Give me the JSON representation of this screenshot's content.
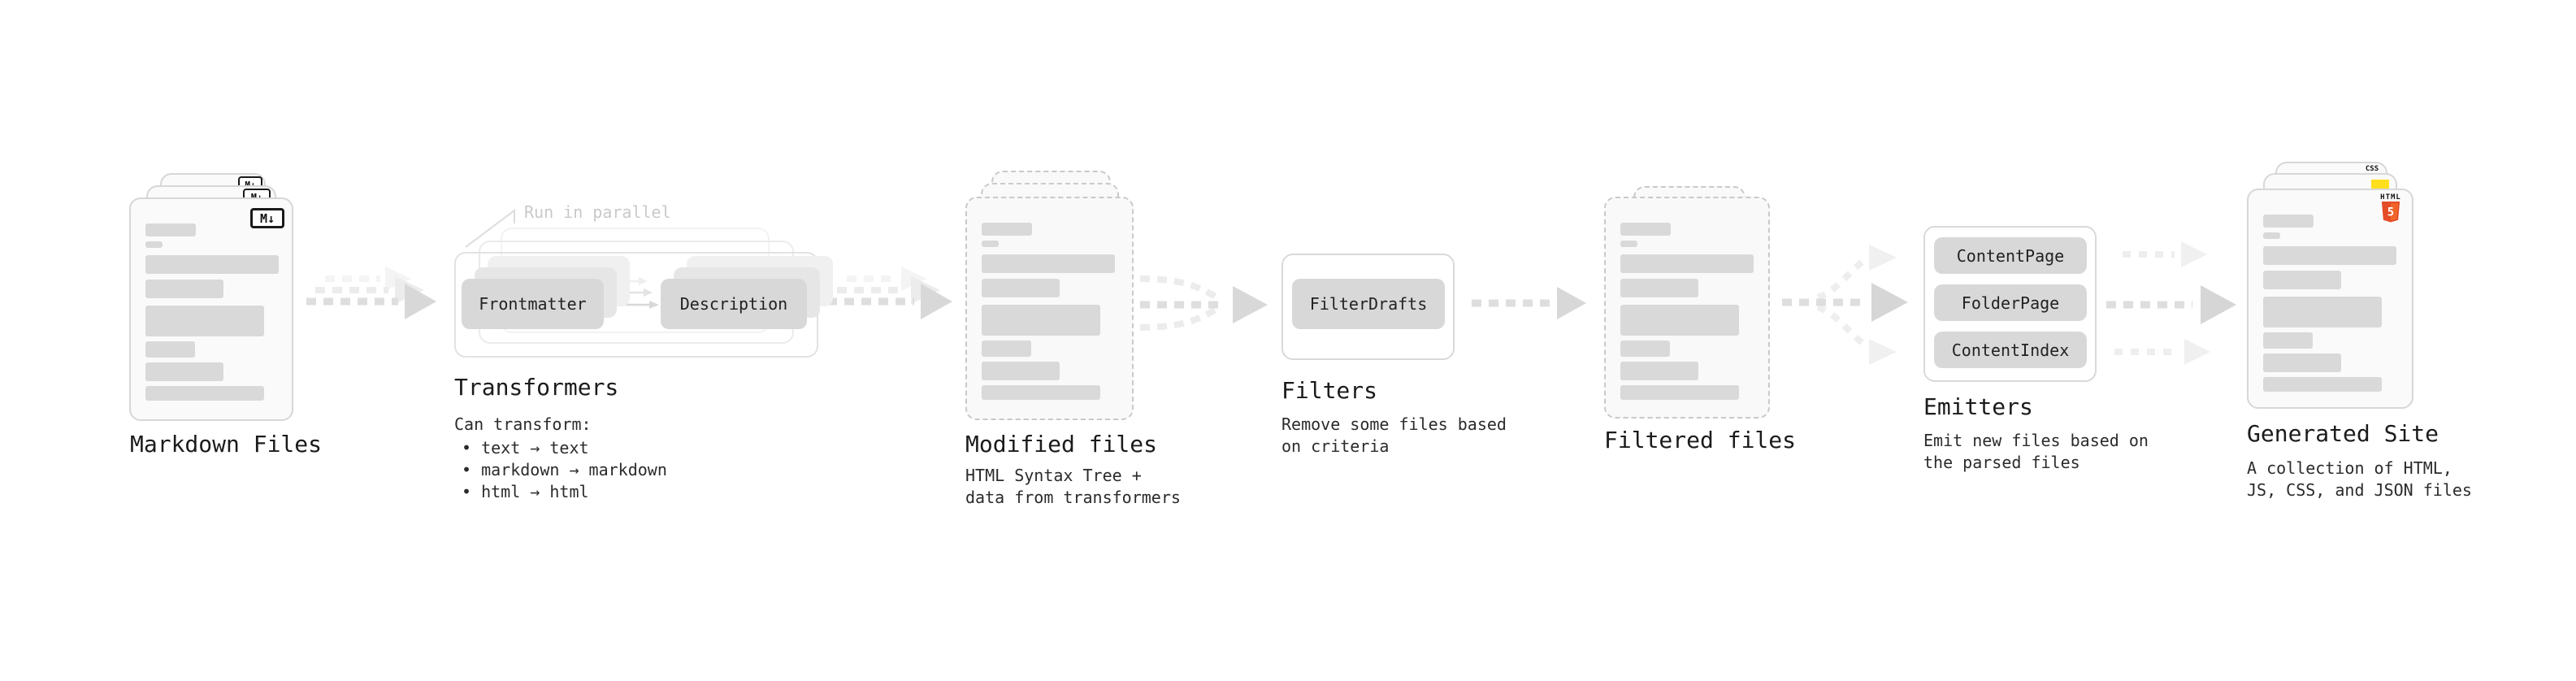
{
  "markdown_files": {
    "title": "Markdown Files",
    "badge": "M↓"
  },
  "transformers": {
    "title": "Transformers",
    "note": "Run in parallel",
    "plugin_a": "Frontmatter",
    "plugin_b": "Description",
    "desc_heading": "Can transform:",
    "bullets": [
      "• text → text",
      "• markdown → markdown",
      "• html → html"
    ]
  },
  "modified_files": {
    "title": "Modified files",
    "desc": "HTML Syntax Tree +\ndata from transformers"
  },
  "filters": {
    "title": "Filters",
    "plugin": "FilterDrafts",
    "desc": "Remove some files based\non criteria"
  },
  "filtered_files": {
    "title": "Filtered files"
  },
  "emitters": {
    "title": "Emitters",
    "plugins": [
      "ContentPage",
      "FolderPage",
      "ContentIndex"
    ],
    "desc": "Emit new files based on\nthe parsed files"
  },
  "generated_site": {
    "title": "Generated Site",
    "desc": "A collection of HTML,\nJS, CSS, and JSON files",
    "badges": {
      "css": "CSS",
      "html": "HTML",
      "html_number": "5"
    }
  },
  "colors": {
    "accent_css": "#2962ff",
    "accent_js": "#ffdf1e",
    "accent_html_dark": "#e44d26",
    "accent_html_light": "#f16529"
  }
}
